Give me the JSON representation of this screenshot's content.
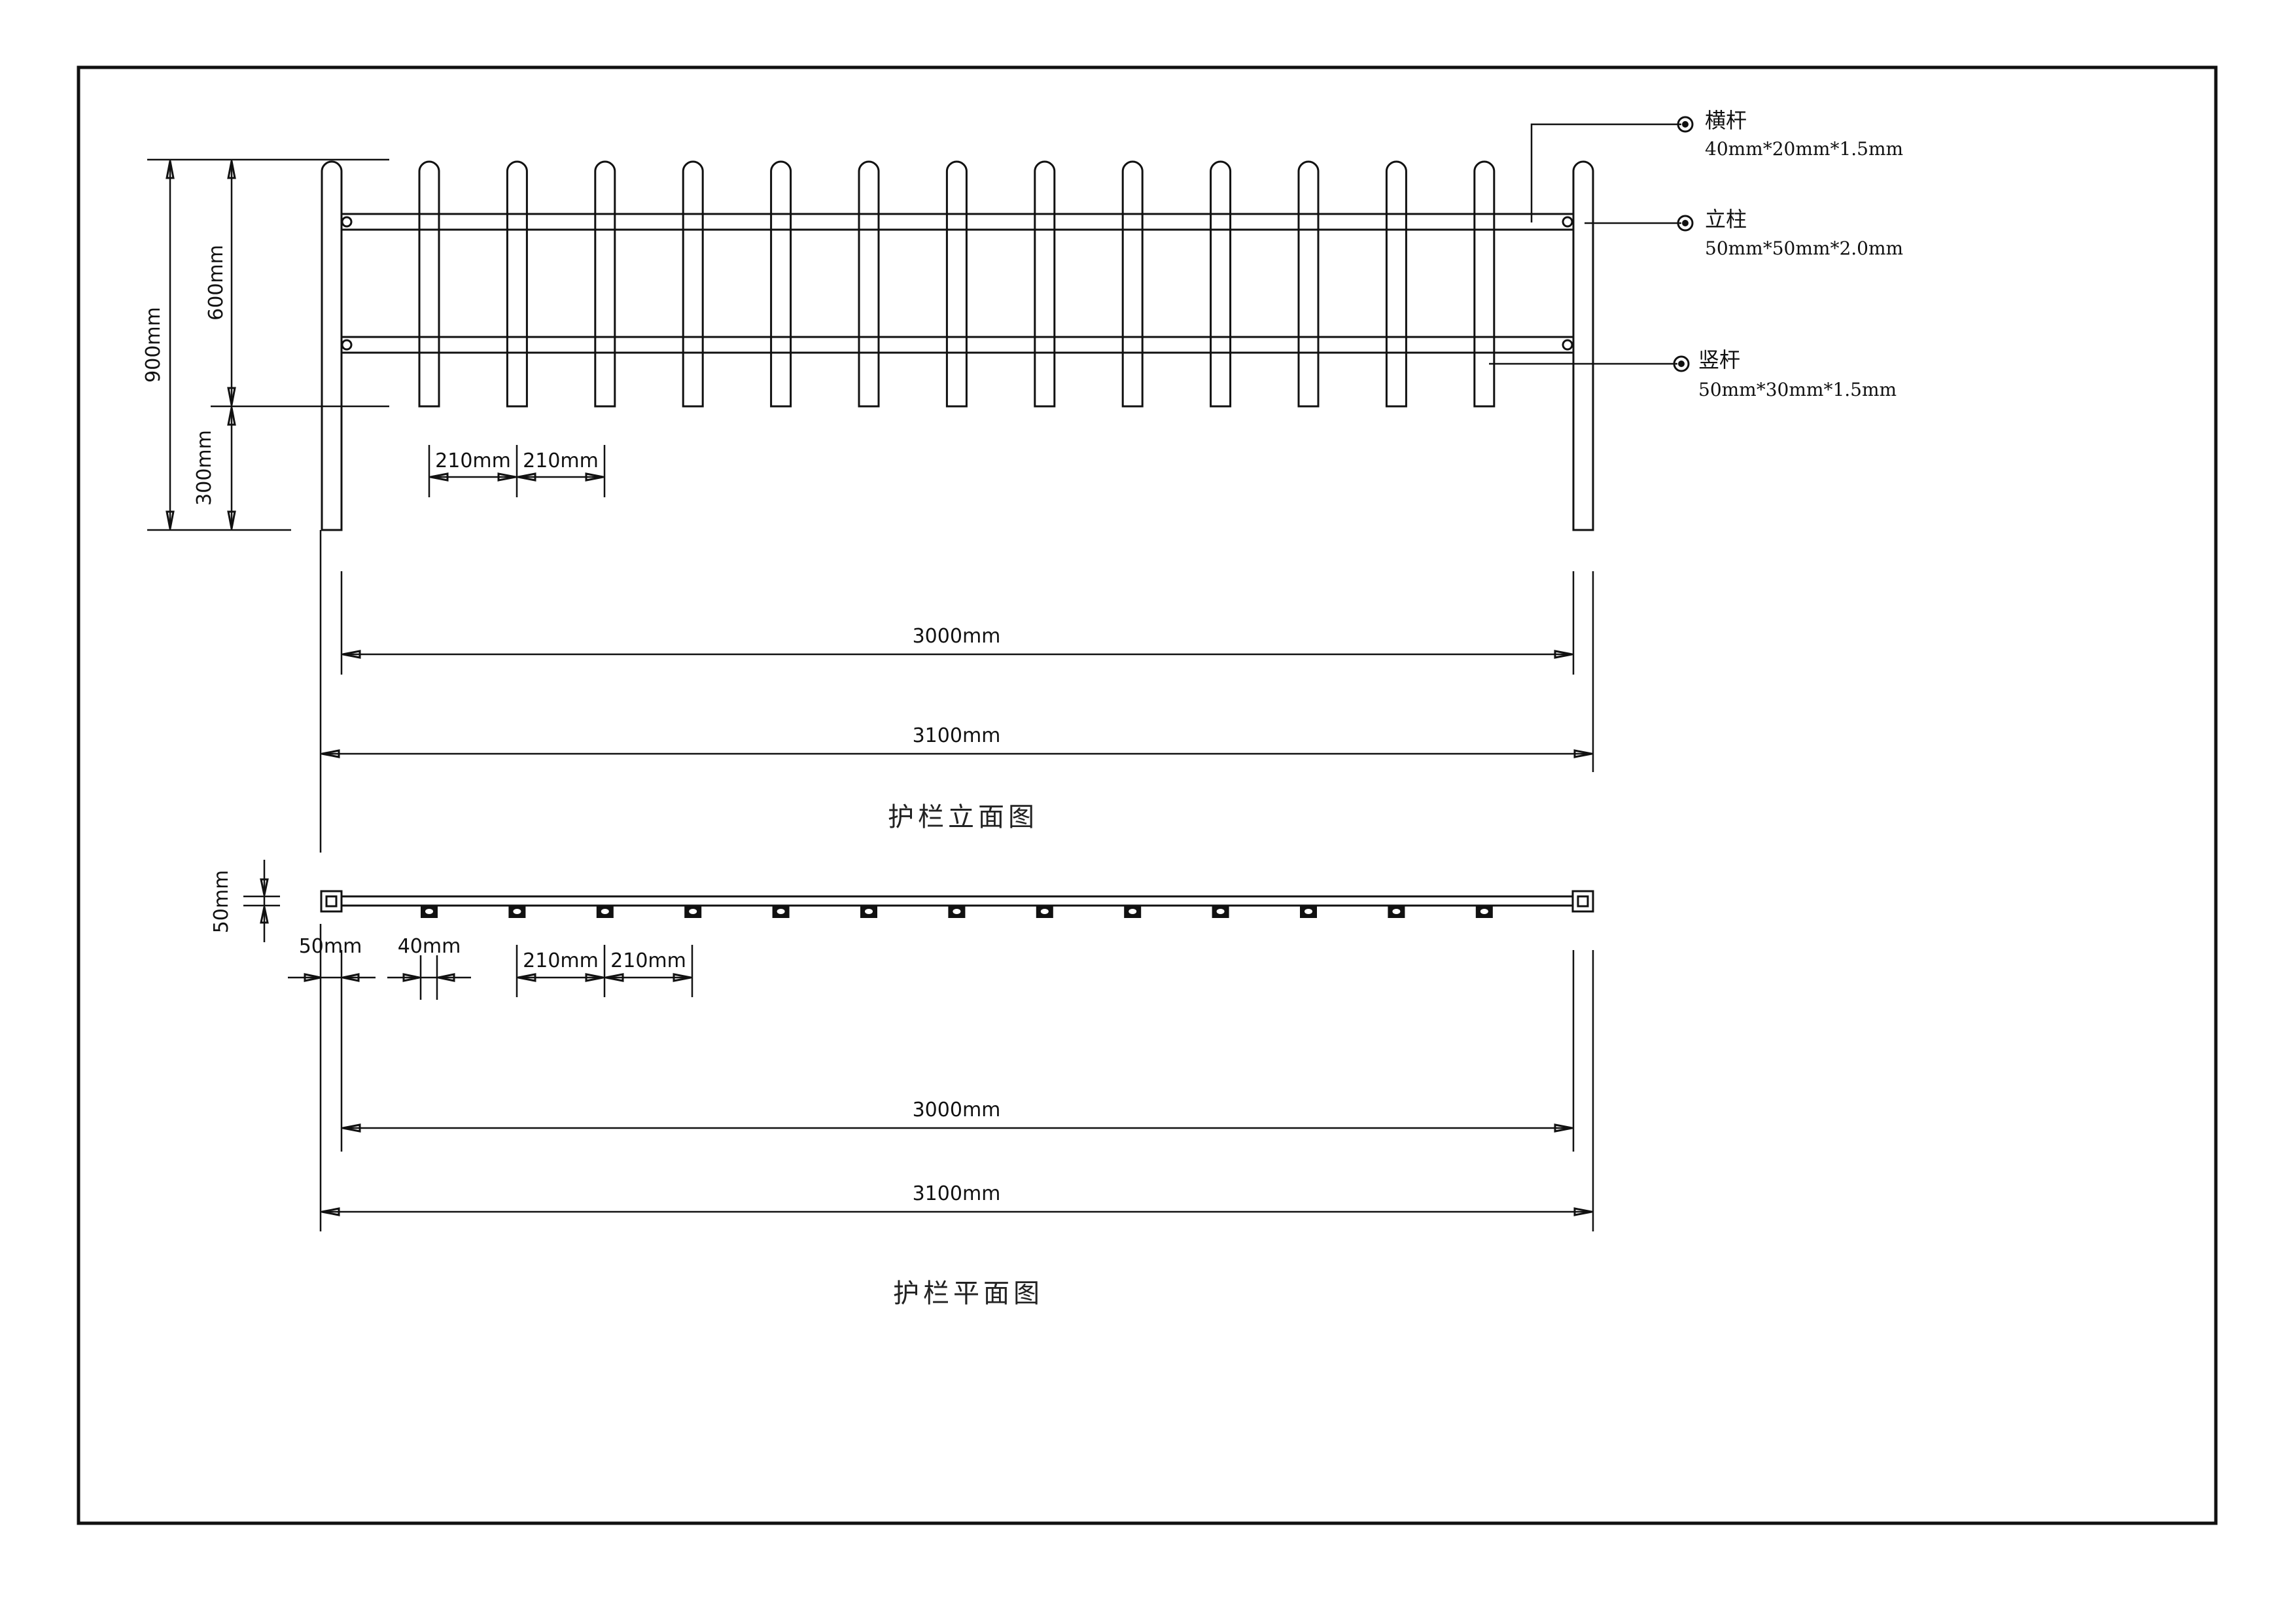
{
  "labels": {
    "elevation_title": "护栏立面图",
    "plan_title": "护栏平面图"
  },
  "elevation": {
    "post_count": 2,
    "picket_count": 13,
    "rail_count": 2,
    "dims": {
      "total_height": "900mm",
      "picket_height": "600mm",
      "base_height": "300mm",
      "picket_spacing_1": "210mm",
      "picket_spacing_2": "210mm",
      "inner_span": "3000mm",
      "overall_span": "3100mm"
    }
  },
  "plan": {
    "picket_count": 13,
    "dims": {
      "rail_width": "50mm",
      "post_size": "50mm",
      "picket_depth": "40mm",
      "picket_spacing_1": "210mm",
      "picket_spacing_2": "210mm",
      "inner_span": "3000mm",
      "overall_span": "3100mm"
    }
  },
  "callouts": [
    {
      "name": "横杆",
      "spec": "40mm*20mm*1.5mm"
    },
    {
      "name": "立柱",
      "spec": "50mm*50mm*2.0mm"
    },
    {
      "name": "竖杆",
      "spec": "50mm*30mm*1.5mm"
    }
  ]
}
